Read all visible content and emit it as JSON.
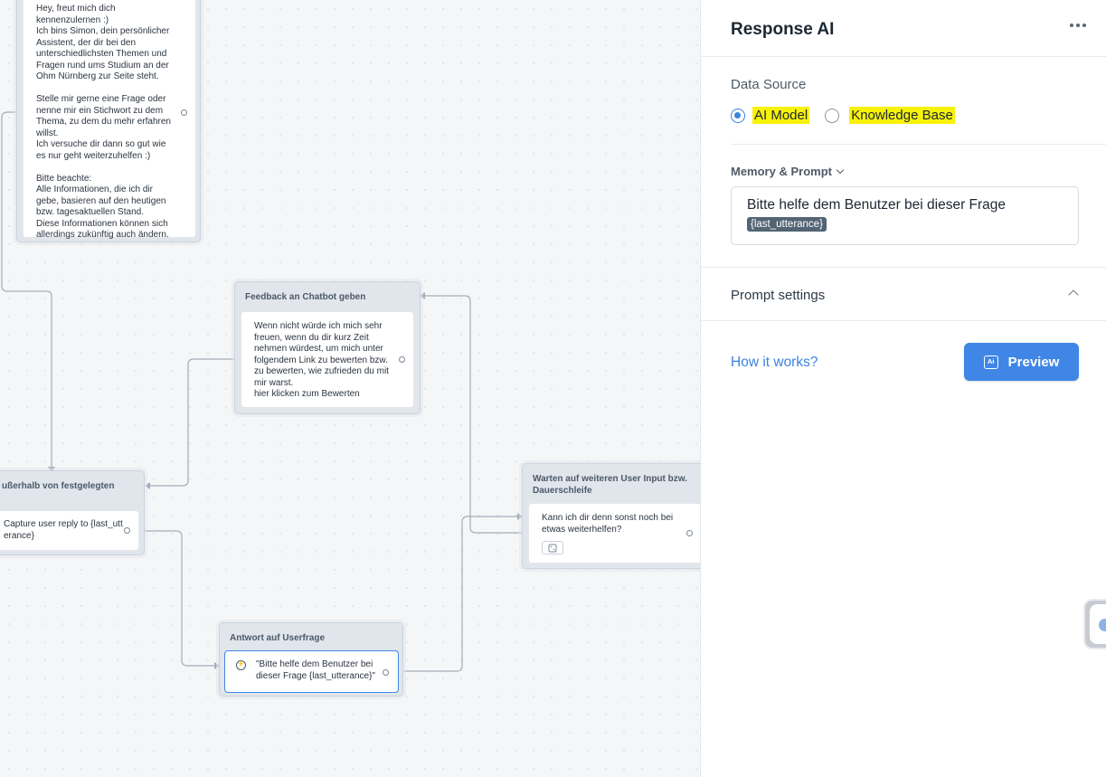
{
  "canvas": {
    "welcome_node": {
      "text": "Hey, freut mich dich\nkennenzulernen :)\nIch bins Simon, dein persönlicher\nAssistent, der dir bei den\nunterschiedlichsten Themen und\nFragen rund ums Studium an der\nOhm Nürnberg zur Seite steht.\n\nStelle mir gerne eine Frage oder\nnenne mir ein Stichwort zu dem\nThema, zu dem du mehr erfahren\nwillst.\nIch versuche dir dann so gut wie\nes nur geht weiterzuhelfen :)\n\nBitte beachte:\nAlle Informationen, die ich dir\ngebe, basieren auf den heutigen\nbzw. tagesaktuellen Stand.\nDiese Informationen können sich\nallerdings zukünftig auch ändern."
    },
    "feedback_node": {
      "title": "Feedback an Chatbot geben",
      "text": "Wenn nicht würde ich mich sehr\nfreuen, wenn du dir kurz Zeit\nnehmen würdest, um mich unter\nfolgendem Link zu bewerten bzw.\nzu bewerten, wie zufrieden du mit\nmir warst.\nhier klicken zum Bewerten"
    },
    "capture_node": {
      "title": "ußerhalb von festgelegten",
      "text": "Capture user reply to {last_utt\nerance}"
    },
    "wait_node": {
      "title": "Warten auf weiteren User Input bzw. Dauerschleife",
      "text": "Kann ich dir denn sonst noch bei\netwas weiterhelfen?"
    },
    "answer_node": {
      "title": "Antwort auf Userfrage",
      "text": "\"Bitte helfe dem Benutzer bei\ndieser Frage {last_utterance}\""
    }
  },
  "panel": {
    "title": "Response AI",
    "data_source": {
      "label": "Data Source",
      "options": [
        {
          "label": "AI Model",
          "selected": true
        },
        {
          "label": "Knowledge Base",
          "selected": false
        }
      ]
    },
    "memory_prompt": {
      "label": "Memory & Prompt",
      "prompt_text": "Bitte helfe dem Benutzer bei dieser Frage",
      "variable": "{last_utterance}"
    },
    "prompt_settings_label": "Prompt settings",
    "how_it_works": "How it works?",
    "preview_button": "Preview",
    "preview_icon_text": "Ai"
  },
  "colors": {
    "accent": "#3f86e6",
    "highlight": "#f7f20a",
    "chip": "#536474"
  }
}
